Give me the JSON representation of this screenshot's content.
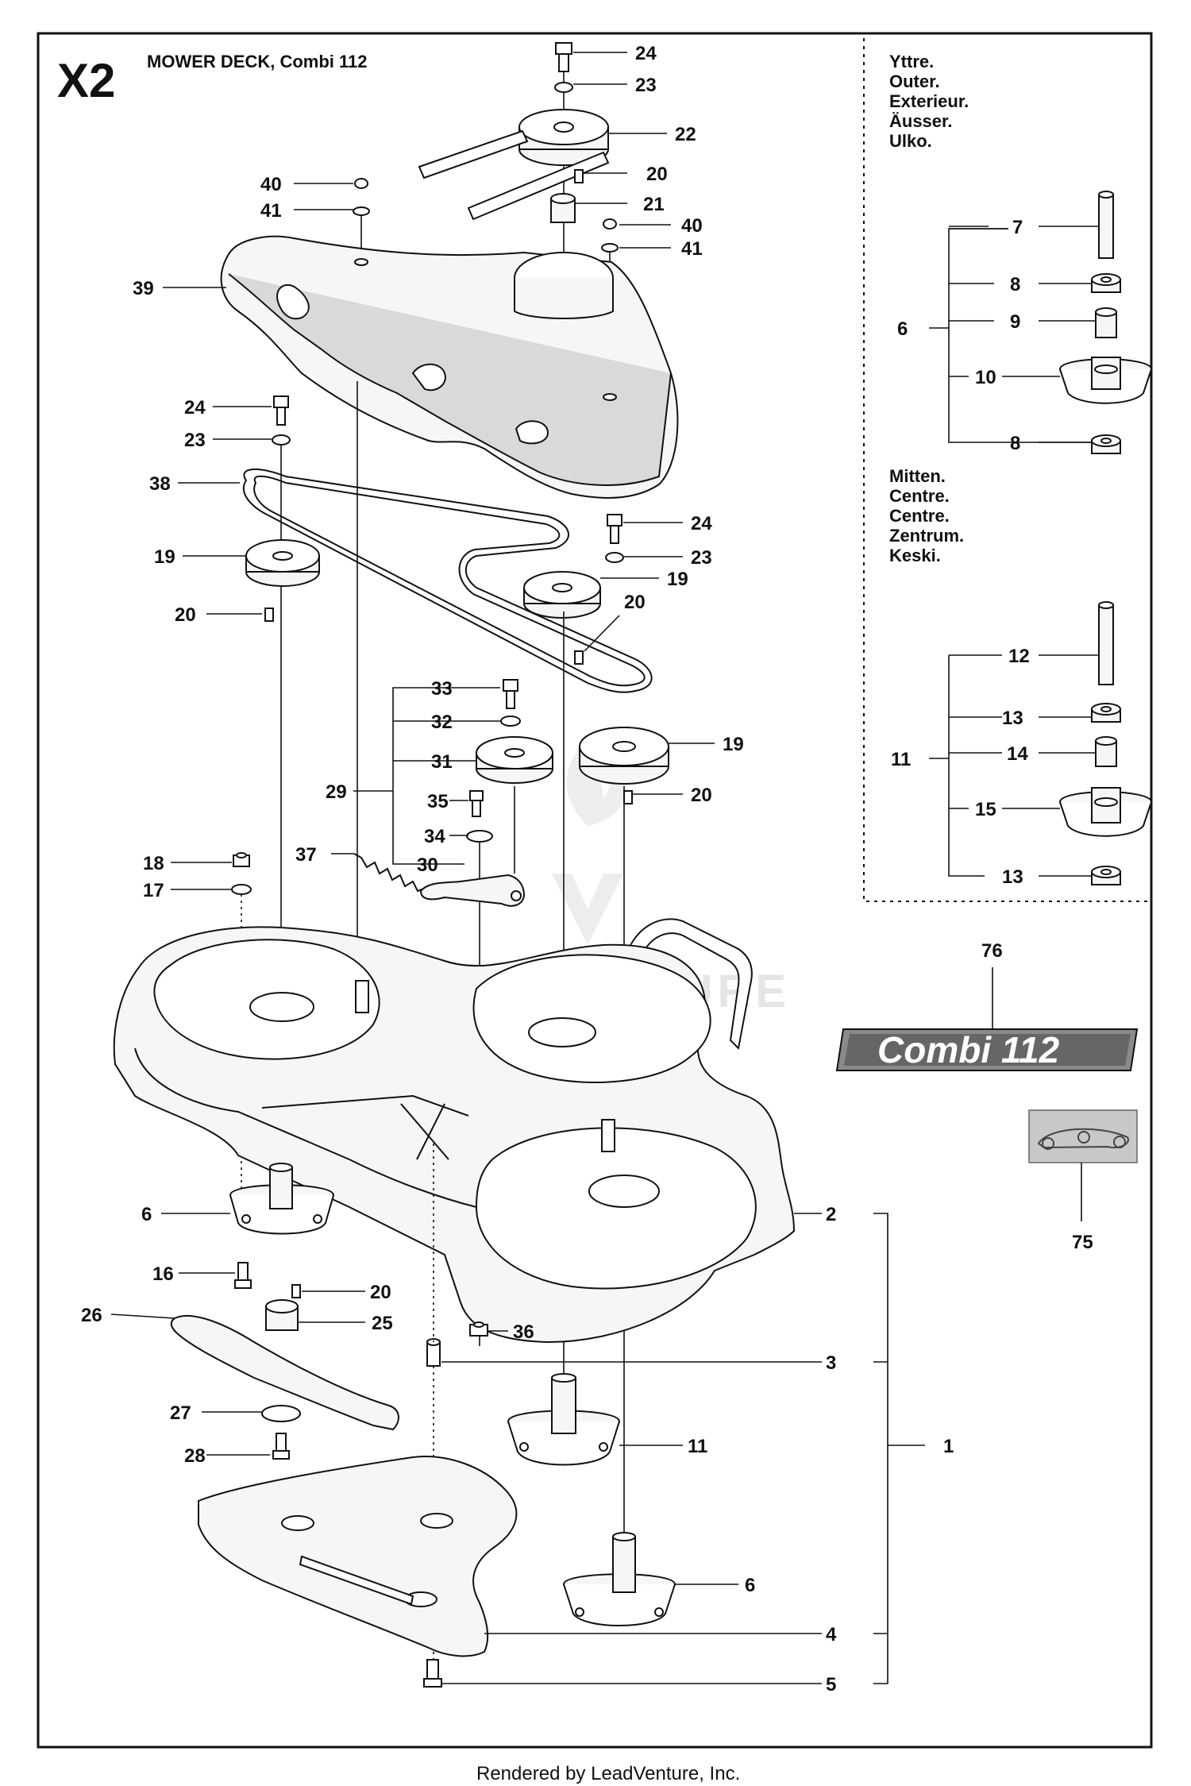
{
  "diagram": {
    "code": "X2",
    "title": "MOWER DECK, Combi 112",
    "footer": "Rendered by LeadVenture, Inc.",
    "watermark": "LEADVENTURE",
    "logo_decal_text": "Combi 112",
    "inset_outer_labels": [
      "Yttre.",
      "Outer.",
      "Exterieur.",
      "Äusser.",
      "Ulko."
    ],
    "inset_centre_labels": [
      "Mitten.",
      "Centre.",
      "Centre.",
      "Zentrum.",
      "Keski."
    ],
    "callouts": [
      "24",
      "23",
      "22",
      "20",
      "21",
      "40",
      "41",
      "40",
      "41",
      "39",
      "24",
      "23",
      "38",
      "24",
      "23",
      "19",
      "19",
      "20",
      "20",
      "33",
      "32",
      "31",
      "29",
      "35",
      "34",
      "37",
      "30",
      "19",
      "20",
      "18",
      "17",
      "6",
      "16",
      "20",
      "26",
      "25",
      "36",
      "27",
      "28",
      "2",
      "3",
      "11",
      "1",
      "6",
      "4",
      "5",
      "7",
      "8",
      "9",
      "6",
      "10",
      "8",
      "12",
      "13",
      "14",
      "11",
      "15",
      "13",
      "76",
      "75"
    ]
  }
}
